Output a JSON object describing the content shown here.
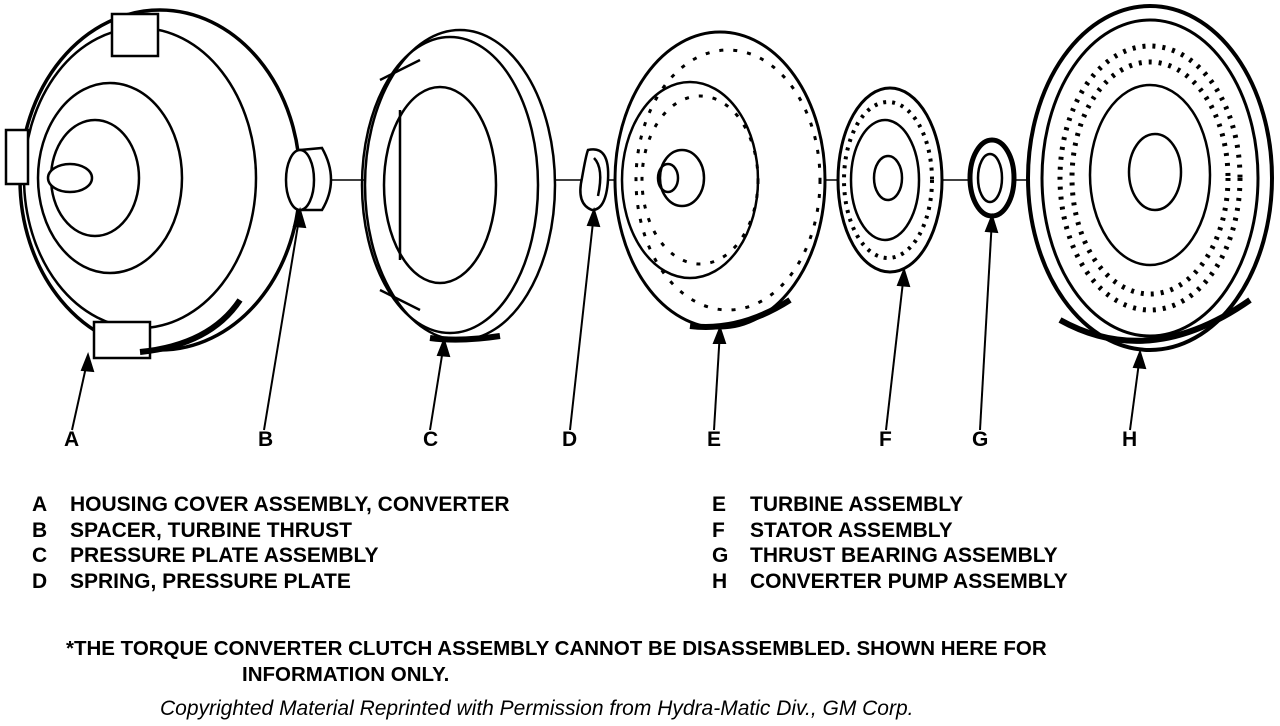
{
  "callouts": [
    "A",
    "B",
    "C",
    "D",
    "E",
    "F",
    "G",
    "H"
  ],
  "legend_left": [
    {
      "key": "A",
      "text": "HOUSING COVER ASSEMBLY, CONVERTER"
    },
    {
      "key": "B",
      "text": "SPACER, TURBINE THRUST"
    },
    {
      "key": "C",
      "text": "PRESSURE PLATE ASSEMBLY"
    },
    {
      "key": "D",
      "text": "SPRING, PRESSURE PLATE"
    }
  ],
  "legend_right": [
    {
      "key": "E",
      "text": "TURBINE ASSEMBLY"
    },
    {
      "key": "F",
      "text": "STATOR ASSEMBLY"
    },
    {
      "key": "G",
      "text": "THRUST BEARING ASSEMBLY"
    },
    {
      "key": "H",
      "text": "CONVERTER PUMP ASSEMBLY"
    }
  ],
  "note": {
    "line1": "*THE TORQUE CONVERTER CLUTCH ASSEMBLY CANNOT BE DISASSEMBLED.  SHOWN HERE FOR",
    "line2": "INFORMATION ONLY."
  },
  "credit": "Copyrighted Material Reprinted with Permission from Hydra-Matic Div., GM Corp."
}
